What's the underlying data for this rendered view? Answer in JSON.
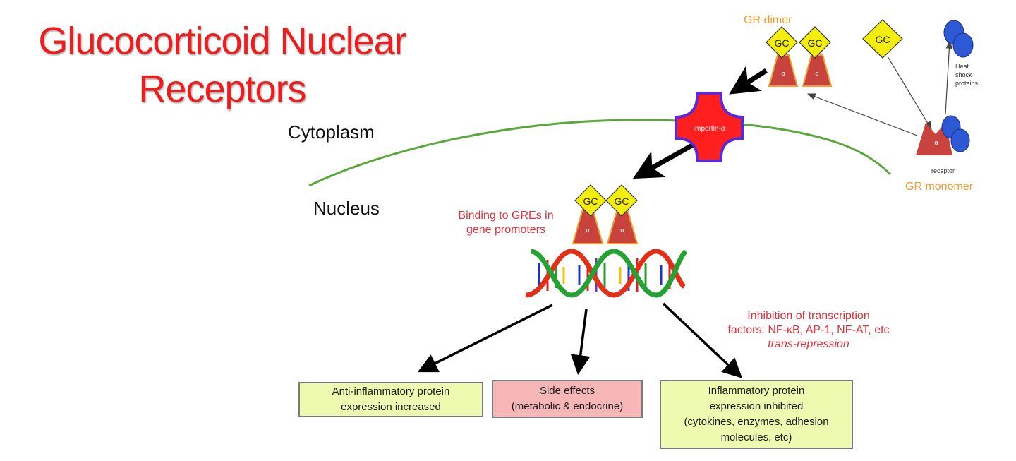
{
  "title": {
    "line1": "Glucocorticoid Nuclear",
    "line2": "Receptors"
  },
  "regions": {
    "cytoplasm": "Cytoplasm",
    "nucleus": "Nucleus"
  },
  "labels": {
    "gr_dimer": "GR dimer",
    "gr_monomer": "GR monomer",
    "receptor": "receptor",
    "heat_shock_1": "Heat",
    "heat_shock_2": "shock",
    "heat_shock_3": "proteins",
    "importin": "Importin-α",
    "gc": "GC",
    "alpha": "α",
    "binding_1": "Binding to GREs in",
    "binding_2": "gene promoters",
    "inhibition_1": "Inhibition of transcription",
    "inhibition_2": "factors: NF-κB, AP-1, NF-AT, etc",
    "inhibition_3": "trans-repression"
  },
  "outcomes": [
    {
      "lines": [
        "Anti-inflammatory protein",
        "expression increased"
      ]
    },
    {
      "lines": [
        "Side effects",
        "(metabolic & endocrine)"
      ]
    },
    {
      "lines": [
        "Inflammatory protein",
        "expression inhibited",
        "(cytokines, enzymes, adhesion",
        "molecules, etc)"
      ]
    }
  ],
  "colors": {
    "title": "#ee1c1c",
    "membrane": "#5aa83c",
    "receptor": "#c8433d",
    "receptor_outline": "#f0a030",
    "gc": "#f3ee10",
    "importin": "#ff1f1f",
    "importin_outline": "#5a2ad6",
    "hsp": "#2d59d4",
    "annotation_red": "#e0303a",
    "annotation_orange": "#f39a2c",
    "box_green": "#eefab0",
    "box_pink": "#f7b7b7"
  }
}
